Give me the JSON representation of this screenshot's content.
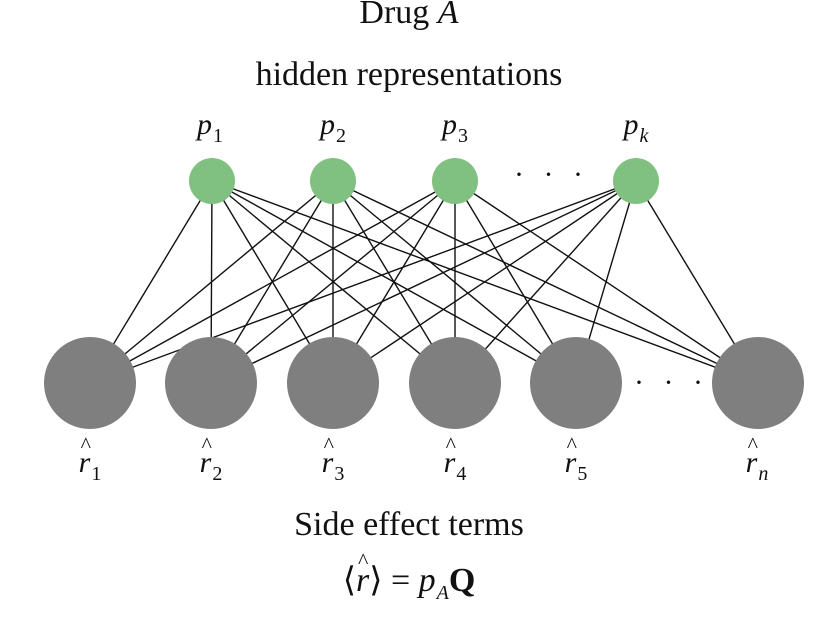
{
  "header": {
    "drug_prefix": "Drug",
    "drug_var": "A",
    "hidden_caption": "hidden representations"
  },
  "hidden_nodes": [
    {
      "var": "p",
      "sub": "1"
    },
    {
      "var": "p",
      "sub": "2"
    },
    {
      "var": "p",
      "sub": "3"
    },
    {
      "var": "p",
      "sub": "k"
    }
  ],
  "output_nodes": [
    {
      "var": "r",
      "sub": "1"
    },
    {
      "var": "r",
      "sub": "2"
    },
    {
      "var": "r",
      "sub": "3"
    },
    {
      "var": "r",
      "sub": "4"
    },
    {
      "var": "r",
      "sub": "5"
    },
    {
      "var": "r",
      "sub": "n"
    }
  ],
  "ellipsis": "· · ·",
  "footer": {
    "caption": "Side effect terms",
    "eq_left_open": "⟨",
    "eq_var": "r",
    "eq_left_close": "⟩",
    "eq_equals": " = ",
    "eq_p": "p",
    "eq_p_sub": "A",
    "eq_Q": "Q"
  },
  "colors": {
    "hidden_node": "#80c080",
    "output_node": "#7f7f7f",
    "edge": "#111111"
  }
}
